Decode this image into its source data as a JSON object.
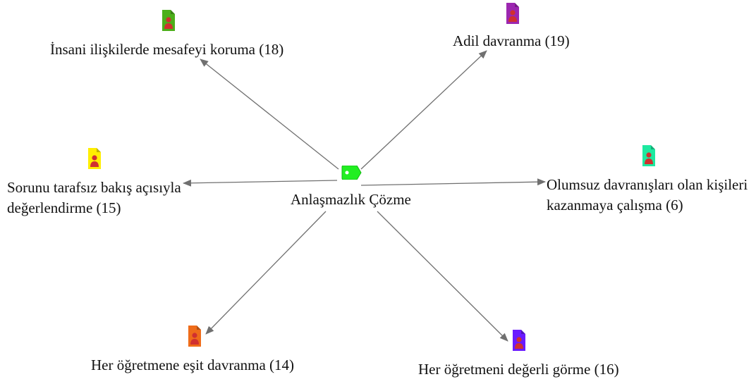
{
  "center": {
    "label": "Anlaşmazlık Çözme",
    "icon": "tag-icon",
    "color": "#22ee22"
  },
  "nodes": [
    {
      "id": "n1",
      "lines": [
        "İnsani ilişkilerde mesafeyi koruma (18)"
      ],
      "icon": "document-person-icon",
      "color": "#4caf1a"
    },
    {
      "id": "n2",
      "lines": [
        "Adil davranma (19)"
      ],
      "icon": "document-person-icon",
      "color": "#9c27b0"
    },
    {
      "id": "n3",
      "lines": [
        "Sorunu tarafsız bakış açısıyla",
        "değerlendirme (15)"
      ],
      "icon": "document-person-icon",
      "color": "#ffee00"
    },
    {
      "id": "n4",
      "lines": [
        "Olumsuz davranışları olan kişileri",
        "kazanmaya çalışma (6)"
      ],
      "icon": "document-person-icon",
      "color": "#1de9a0"
    },
    {
      "id": "n5",
      "lines": [
        "Her öğretmene eşit davranma (14)"
      ],
      "icon": "document-person-icon",
      "color": "#ef6c1a"
    },
    {
      "id": "n6",
      "lines": [
        "Her öğretmeni değerli görme (16)"
      ],
      "icon": "document-person-icon",
      "color": "#6a1aff"
    }
  ],
  "person_color": "#d03030",
  "edge_color": "#707070"
}
